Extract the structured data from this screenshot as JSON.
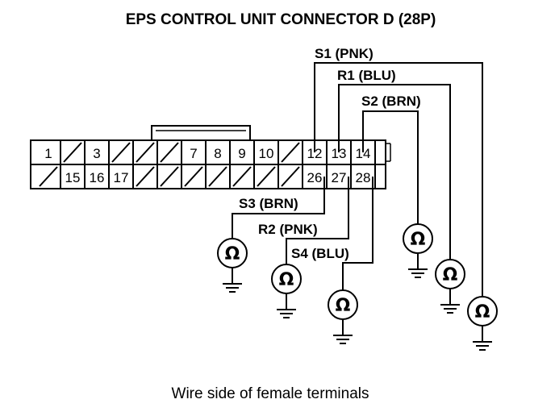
{
  "title": "EPS CONTROL UNIT CONNECTOR D (28P)",
  "caption": "Wire side of female terminals",
  "wires": {
    "s1": "S1 (PNK)",
    "r1": "R1 (BLU)",
    "s2": "S2 (BRN)",
    "s3": "S3 (BRN)",
    "r2": "R2 (PNK)",
    "s4": "S4 (BLU)"
  },
  "top_row": [
    "1",
    "",
    "3",
    "",
    "",
    "",
    "7",
    "8",
    "9",
    "10",
    "",
    "12",
    "13",
    "14"
  ],
  "bottom_row": [
    "",
    "15",
    "16",
    "17",
    "",
    "",
    "",
    "",
    "",
    "",
    "",
    "26",
    "27",
    "28"
  ],
  "ohm_symbol": "Ω"
}
